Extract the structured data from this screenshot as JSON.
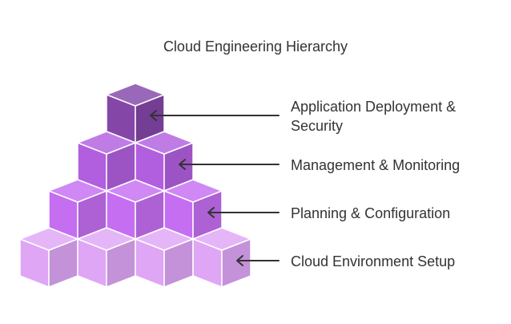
{
  "title": "Cloud Engineering Hierarchy",
  "levels": [
    {
      "label": "Application Deployment & Security",
      "color": "#8447a8"
    },
    {
      "label": "Management & Monitoring",
      "color": "#b15fdf"
    },
    {
      "label": "Planning & Configuration",
      "color": "#c56ef2"
    },
    {
      "label": "Cloud Environment Setup",
      "color": "#dfa6f5"
    }
  ],
  "colors": {
    "arrow": "#333333",
    "text": "#333333"
  }
}
